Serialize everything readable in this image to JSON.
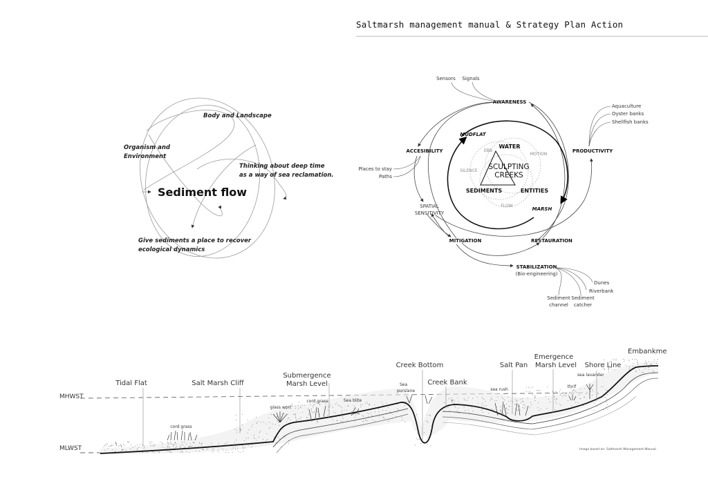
{
  "header": {
    "title": "Saltmarsh management manual & Strategy Plan Action"
  },
  "sediment_flow": {
    "center_label": "Sediment flow",
    "notes": [
      "Body and Landscape",
      "Organism and",
      "Environment",
      "Thinking about deep time",
      "as a way of sea reclamation.",
      "Give sediments a place to recover",
      "ecological dynamics"
    ]
  },
  "cycle_diagram": {
    "core": {
      "center_line1": "SCULPTING",
      "center_line2": "CREEKS",
      "vertices": [
        "WATER",
        "SEDIMENTS",
        "ENTITIES"
      ],
      "flows": [
        "EBB",
        "MOTION",
        "SILENCE",
        "FLOW"
      ],
      "ring_labels": [
        "MUDFLAT",
        "MARSH"
      ]
    },
    "outer_nodes": {
      "awareness": "AWARENESS",
      "accesibility": "ACCESIBILITY",
      "productivity": "PRODUCTIVITY",
      "spatial_line1": "SPATIAL",
      "spatial_line2": "SENSITIVITY",
      "mitigation": "MITIGATION",
      "restauration": "RESTAURATION",
      "stabilization": "STABILIZATION",
      "stabilization_sub": "(Bio-engineering)"
    },
    "branches": {
      "awareness": [
        "Sensors",
        "Signals"
      ],
      "accesibility": [
        "Places to stay",
        "Paths"
      ],
      "productivity": [
        "Aquaculture",
        "Oyster banks",
        "Shellfish banks"
      ],
      "stabilization": [
        "Dunes",
        "Riverbank",
        "Sediment",
        "channel",
        "Sediment",
        "catcher"
      ]
    }
  },
  "section": {
    "levels": [
      "MHWST",
      "MLWST"
    ],
    "zones": [
      "Tidal Flat",
      "Salt Marsh Cliff",
      "Submergence",
      "Marsh Level",
      "Creek Bottom",
      "Creek Bank",
      "Salt Pan",
      "Emergence",
      "Marsh Level",
      "Shore Line",
      "Embankme"
    ],
    "plants": [
      "cord grass",
      "glass wort",
      "cord grass",
      "Sea blite",
      "Sea",
      "purslane",
      "sea rush",
      "sea lavander",
      "thrif"
    ],
    "credit": "Image based on: Saltmarsh Management Manual"
  }
}
